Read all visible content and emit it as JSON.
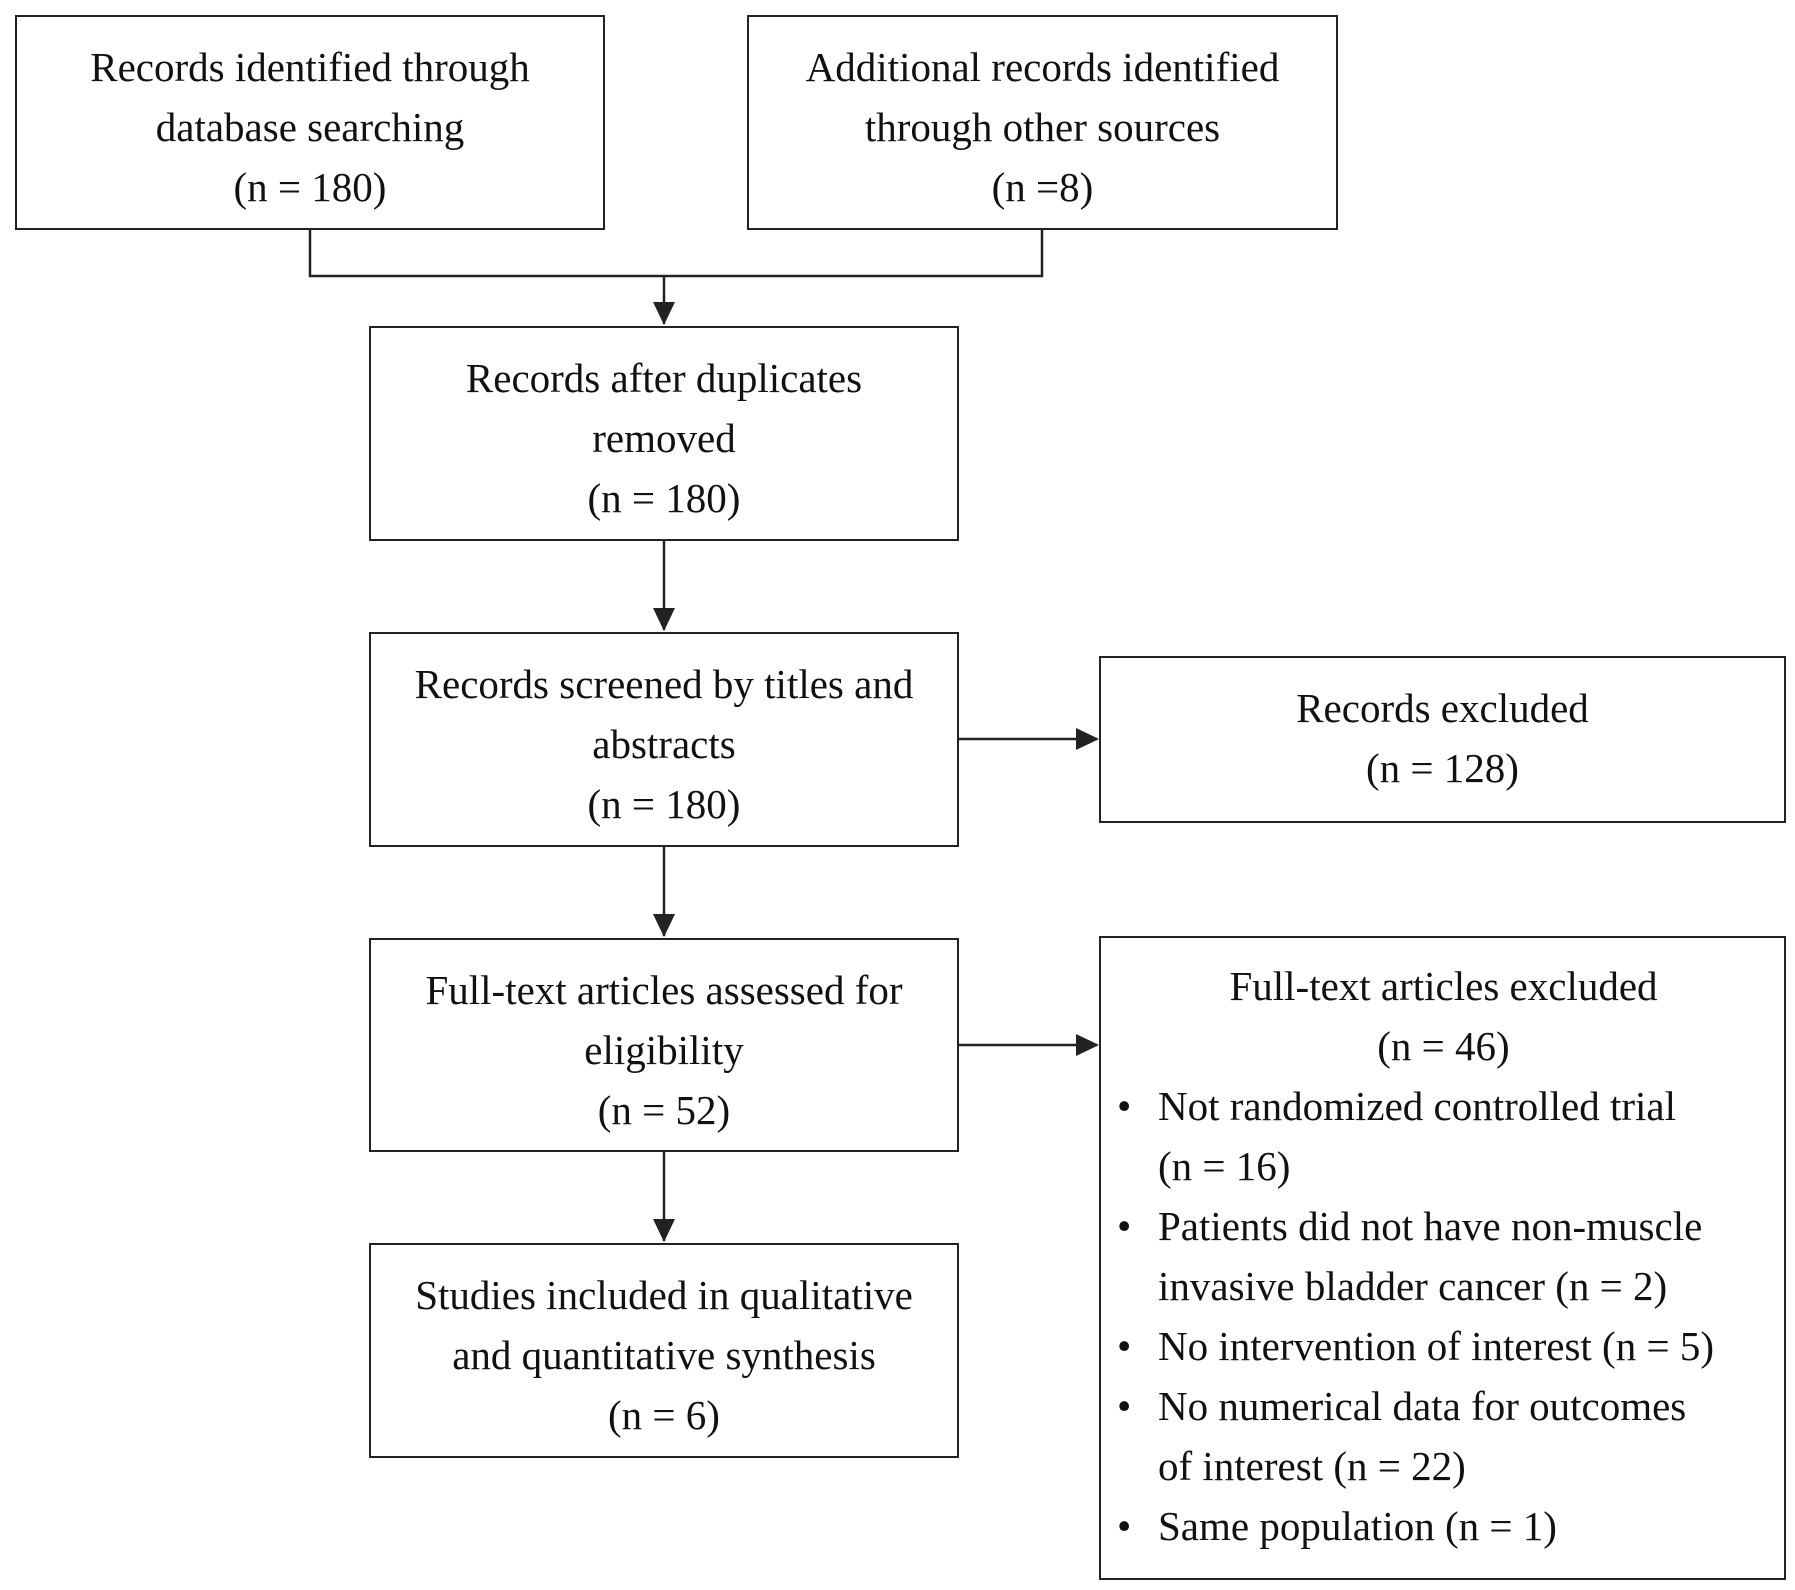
{
  "boxes": {
    "database": {
      "lines": [
        "Records identified through",
        "database searching",
        "(n = 180)"
      ]
    },
    "other_sources": {
      "lines": [
        "Additional records identified",
        "through other sources",
        "(n =8)"
      ]
    },
    "after_duplicates": {
      "lines": [
        "Records after duplicates",
        "removed",
        "(n = 180)"
      ]
    },
    "screened": {
      "lines": [
        "Records screened by titles and",
        "abstracts",
        "(n = 180)"
      ]
    },
    "records_excluded": {
      "lines": [
        "Records excluded",
        "(n = 128)"
      ]
    },
    "full_text_assessed": {
      "lines": [
        "Full-text articles assessed for",
        "eligibility",
        "(n = 52)"
      ]
    },
    "full_text_excluded": {
      "lines": [
        "Full-text articles excluded",
        "(n = 46)"
      ],
      "bullet": "•",
      "reasons": [
        [
          "Not randomized controlled trial",
          "(n = 16)"
        ],
        [
          "Patients did not have non-muscle",
          "invasive bladder cancer (n = 2)"
        ],
        [
          "No intervention of interest (n = 5)"
        ],
        [
          "No numerical data for outcomes",
          "of interest (n = 22)"
        ],
        [
          "Same population (n = 1)"
        ]
      ]
    },
    "included": {
      "lines": [
        "Studies included in qualitative",
        "and quantitative synthesis",
        "(n = 6)"
      ]
    }
  },
  "colors": {
    "stroke": "#222222",
    "background": "#ffffff",
    "text": "#111111"
  }
}
